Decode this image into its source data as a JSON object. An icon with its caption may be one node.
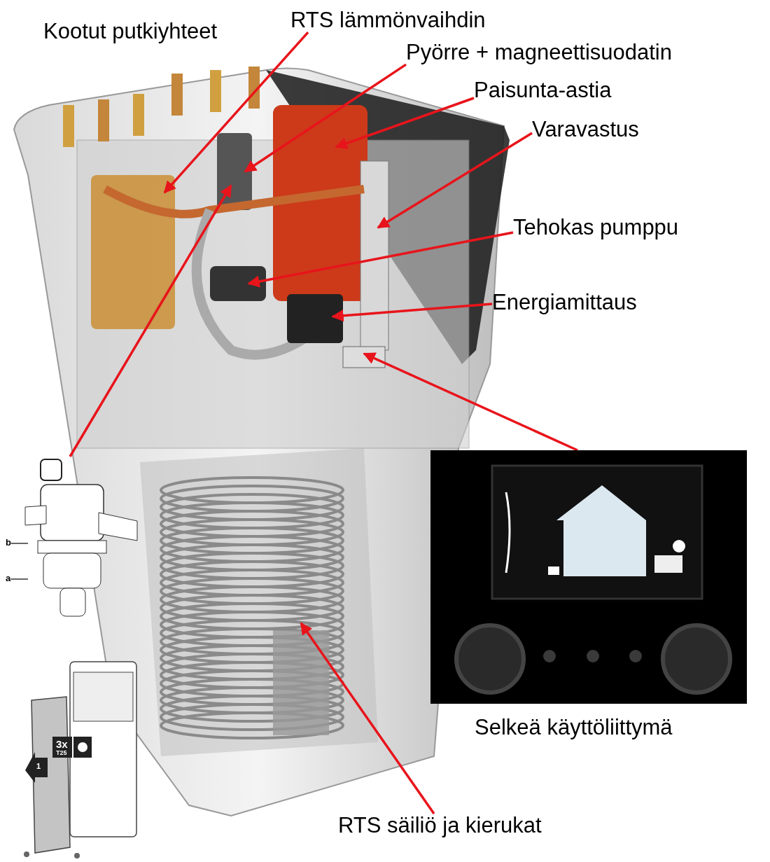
{
  "diagram": {
    "nodes": [
      {
        "text": [
          "RTS lämmönvaihdin"
        ]
      },
      {
        "text": [
          "Pyörre + magneettisuodatin"
        ]
      },
      {
        "text": [
          "Paisunta-astia"
        ]
      },
      {
        "text": [
          "Varavastus"
        ]
      },
      {
        "text": [
          "Tehokas pumppu"
        ]
      },
      {
        "text": [
          "Energiamittaus"
        ]
      },
      {
        "text": [
          "RTS säiliö ja kierukat"
        ]
      },
      {
        "text": [],
        "shape": "picture",
        "beside": [
          "Selkeä käyttöliittymä"
        ]
      },
      {
        "text": [],
        "shape": "picture"
      },
      {
        "text": [
          "b"
        ]
      },
      {
        "text": [
          "a"
        ]
      }
    ],
    "edges": [
      {
        "from": 0,
        "to": null,
        "arrow": "to"
      },
      {
        "from": 1,
        "to": null,
        "arrow": "to"
      },
      {
        "from": 2,
        "to": null,
        "arrow": "to"
      },
      {
        "from": 3,
        "to": null,
        "arrow": "to"
      },
      {
        "from": 4,
        "to": null,
        "arrow": "to"
      },
      {
        "from": 5,
        "to": null,
        "arrow": "to"
      },
      {
        "from": 6,
        "to": null,
        "arrow": "to"
      },
      {
        "from": 7,
        "to": null,
        "arrow": "to"
      },
      {
        "from": 8,
        "to": null,
        "arrow": "to"
      },
      {
        "from": 9,
        "to": 8,
        "arrow": "none",
        "color": "#333333"
      },
      {
        "from": 10,
        "to": 8,
        "arrow": "none",
        "color": "#333333"
      }
    ],
    "labels": [
      "Kootut putkiyhteet",
      "3x",
      "T25",
      "1"
    ]
  }
}
